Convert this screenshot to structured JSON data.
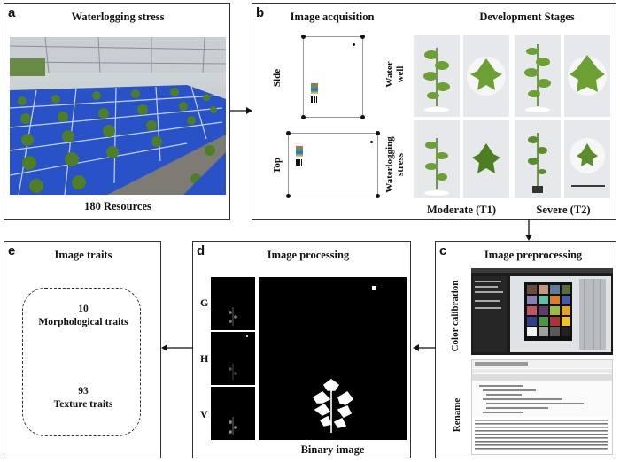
{
  "panels": {
    "a": {
      "letter": "a",
      "title": "Waterlogging stress",
      "caption": "180 Resources"
    },
    "b": {
      "letter": "b",
      "title_left": "Image acquisition",
      "title_right": "Development Stages",
      "view_side": "Side",
      "view_top": "Top",
      "row_1": [
        "Water",
        "well"
      ],
      "row_2": [
        "Waterlogging",
        "stress"
      ],
      "col_1": "Moderate (T1)",
      "col_2": "Severe (T2)"
    },
    "c": {
      "letter": "c",
      "title": "Image preprocessing",
      "label_1": "Color calibration",
      "label_2": "Rename"
    },
    "d": {
      "letter": "d",
      "title": "Image processing",
      "channels": [
        "G",
        "H",
        "V"
      ],
      "caption": "Binary image"
    },
    "e": {
      "letter": "e",
      "title": "Image traits",
      "trait_1_count": "10",
      "trait_1_label": "Morphological traits",
      "trait_2_count": "93",
      "trait_2_label": "Texture traits"
    }
  },
  "colors": {
    "tray_blue": "#1f4fd0",
    "leaf_green": "#5f8f2a",
    "border": "#333333",
    "black_bg": "#000000"
  }
}
